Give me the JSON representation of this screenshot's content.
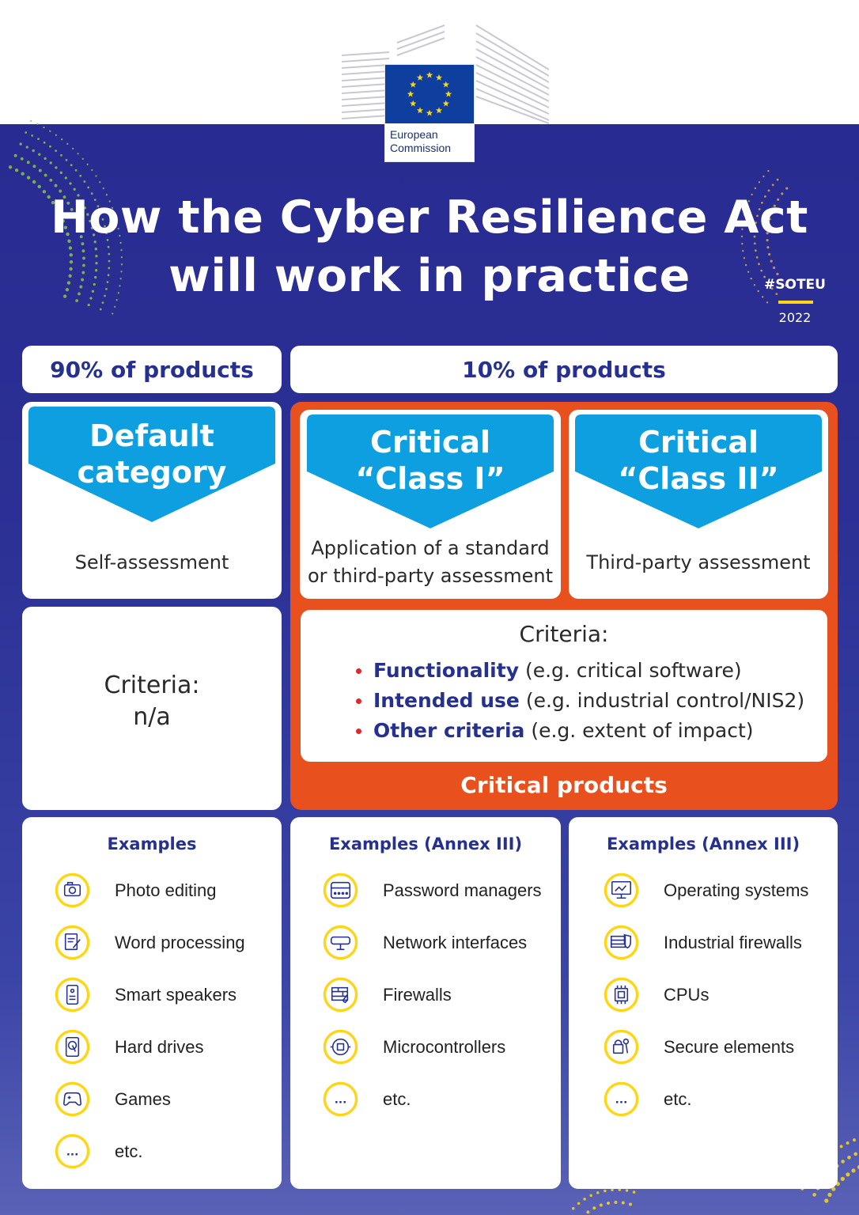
{
  "org": {
    "name_line1": "European",
    "name_line2": "Commission"
  },
  "title": {
    "line1": "How the Cyber Resilience Act",
    "line2": "will work in practice"
  },
  "hashtag": "#SOTEU",
  "year": "2022",
  "colors": {
    "background": "#2a2e94",
    "accent_blue": "#0d9fe0",
    "orange": "#e8501e",
    "yellow": "#ffd617",
    "navy_text": "#25308f"
  },
  "columns": {
    "default": {
      "share": "90% of products",
      "category_line1": "Default",
      "category_line2": "category",
      "assessment": "Self-assessment",
      "criteria_label": "Criteria:",
      "criteria_value": "n/a"
    },
    "critical": {
      "share": "10% of products",
      "class1": {
        "line1": "Critical",
        "line2": "“Class I”",
        "assess_line1": "Application of a standard",
        "assess_line2": "or third-party assessment"
      },
      "class2": {
        "line1": "Critical",
        "line2": "“Class II”",
        "assessment": "Third-party assessment"
      },
      "criteria_title": "Criteria:",
      "criteria": [
        {
          "term": "Functionality",
          "detail": " (e.g. critical software)"
        },
        {
          "term": "Intended use",
          "detail": " (e.g. industrial control/NIS2)"
        },
        {
          "term": "Other criteria",
          "detail": " (e.g. extent of impact)"
        }
      ],
      "footer": "Critical products"
    }
  },
  "examples": [
    {
      "title": "Examples",
      "items": [
        {
          "icon": "camera-icon",
          "label": "Photo editing"
        },
        {
          "icon": "document-pen-icon",
          "label": "Word processing"
        },
        {
          "icon": "speaker-icon",
          "label": "Smart speakers"
        },
        {
          "icon": "hard-drive-icon",
          "label": "Hard drives"
        },
        {
          "icon": "gamepad-icon",
          "label": "Games"
        },
        {
          "icon": "more-icon",
          "label": "etc."
        }
      ]
    },
    {
      "title": "Examples (Annex III)",
      "items": [
        {
          "icon": "login-icon",
          "label": "Password managers"
        },
        {
          "icon": "network-icon",
          "label": "Network interfaces"
        },
        {
          "icon": "firewall-icon",
          "label": "Firewalls"
        },
        {
          "icon": "microcontroller-icon",
          "label": "Microcontrollers"
        },
        {
          "icon": "more-icon",
          "label": "etc."
        }
      ]
    },
    {
      "title": "Examples (Annex III)",
      "items": [
        {
          "icon": "monitor-icon",
          "label": "Operating systems"
        },
        {
          "icon": "shield-wall-icon",
          "label": "Industrial firewalls"
        },
        {
          "icon": "cpu-icon",
          "label": "CPUs"
        },
        {
          "icon": "secure-element-icon",
          "label": "Secure elements"
        },
        {
          "icon": "more-icon",
          "label": "etc."
        }
      ]
    }
  ]
}
